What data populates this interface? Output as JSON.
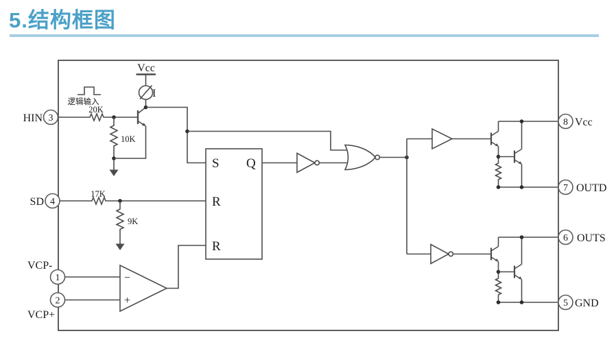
{
  "title": {
    "text": "5.结构框图"
  },
  "colors": {
    "accent": "#4ba1c7",
    "underline": "#a6cee2",
    "line": "#4c4c4c",
    "text": "#1c1c1c"
  },
  "diagram": {
    "top_supply": {
      "label": "Vcc",
      "current_label": "I"
    },
    "logic_input": {
      "label": "逻辑输入"
    },
    "resistors": {
      "r20k": "20K",
      "r10k": "10K",
      "r17k": "17K",
      "r9k": "9K"
    },
    "latch": {
      "s": "S",
      "q": "Q",
      "r_top": "R",
      "r_bottom": "R"
    },
    "comparator": {
      "minus": "−",
      "plus": "+"
    },
    "left_pins": [
      {
        "number": "3",
        "label": "HIN"
      },
      {
        "number": "4",
        "label": "SD"
      },
      {
        "number": "1",
        "label": "VCP-"
      },
      {
        "number": "2",
        "label": "VCP+"
      }
    ],
    "right_pins": [
      {
        "number": "8",
        "label": "Vcc"
      },
      {
        "number": "7",
        "label": "OUTD"
      },
      {
        "number": "6",
        "label": "OUTS"
      },
      {
        "number": "5",
        "label": "GND"
      }
    ]
  }
}
